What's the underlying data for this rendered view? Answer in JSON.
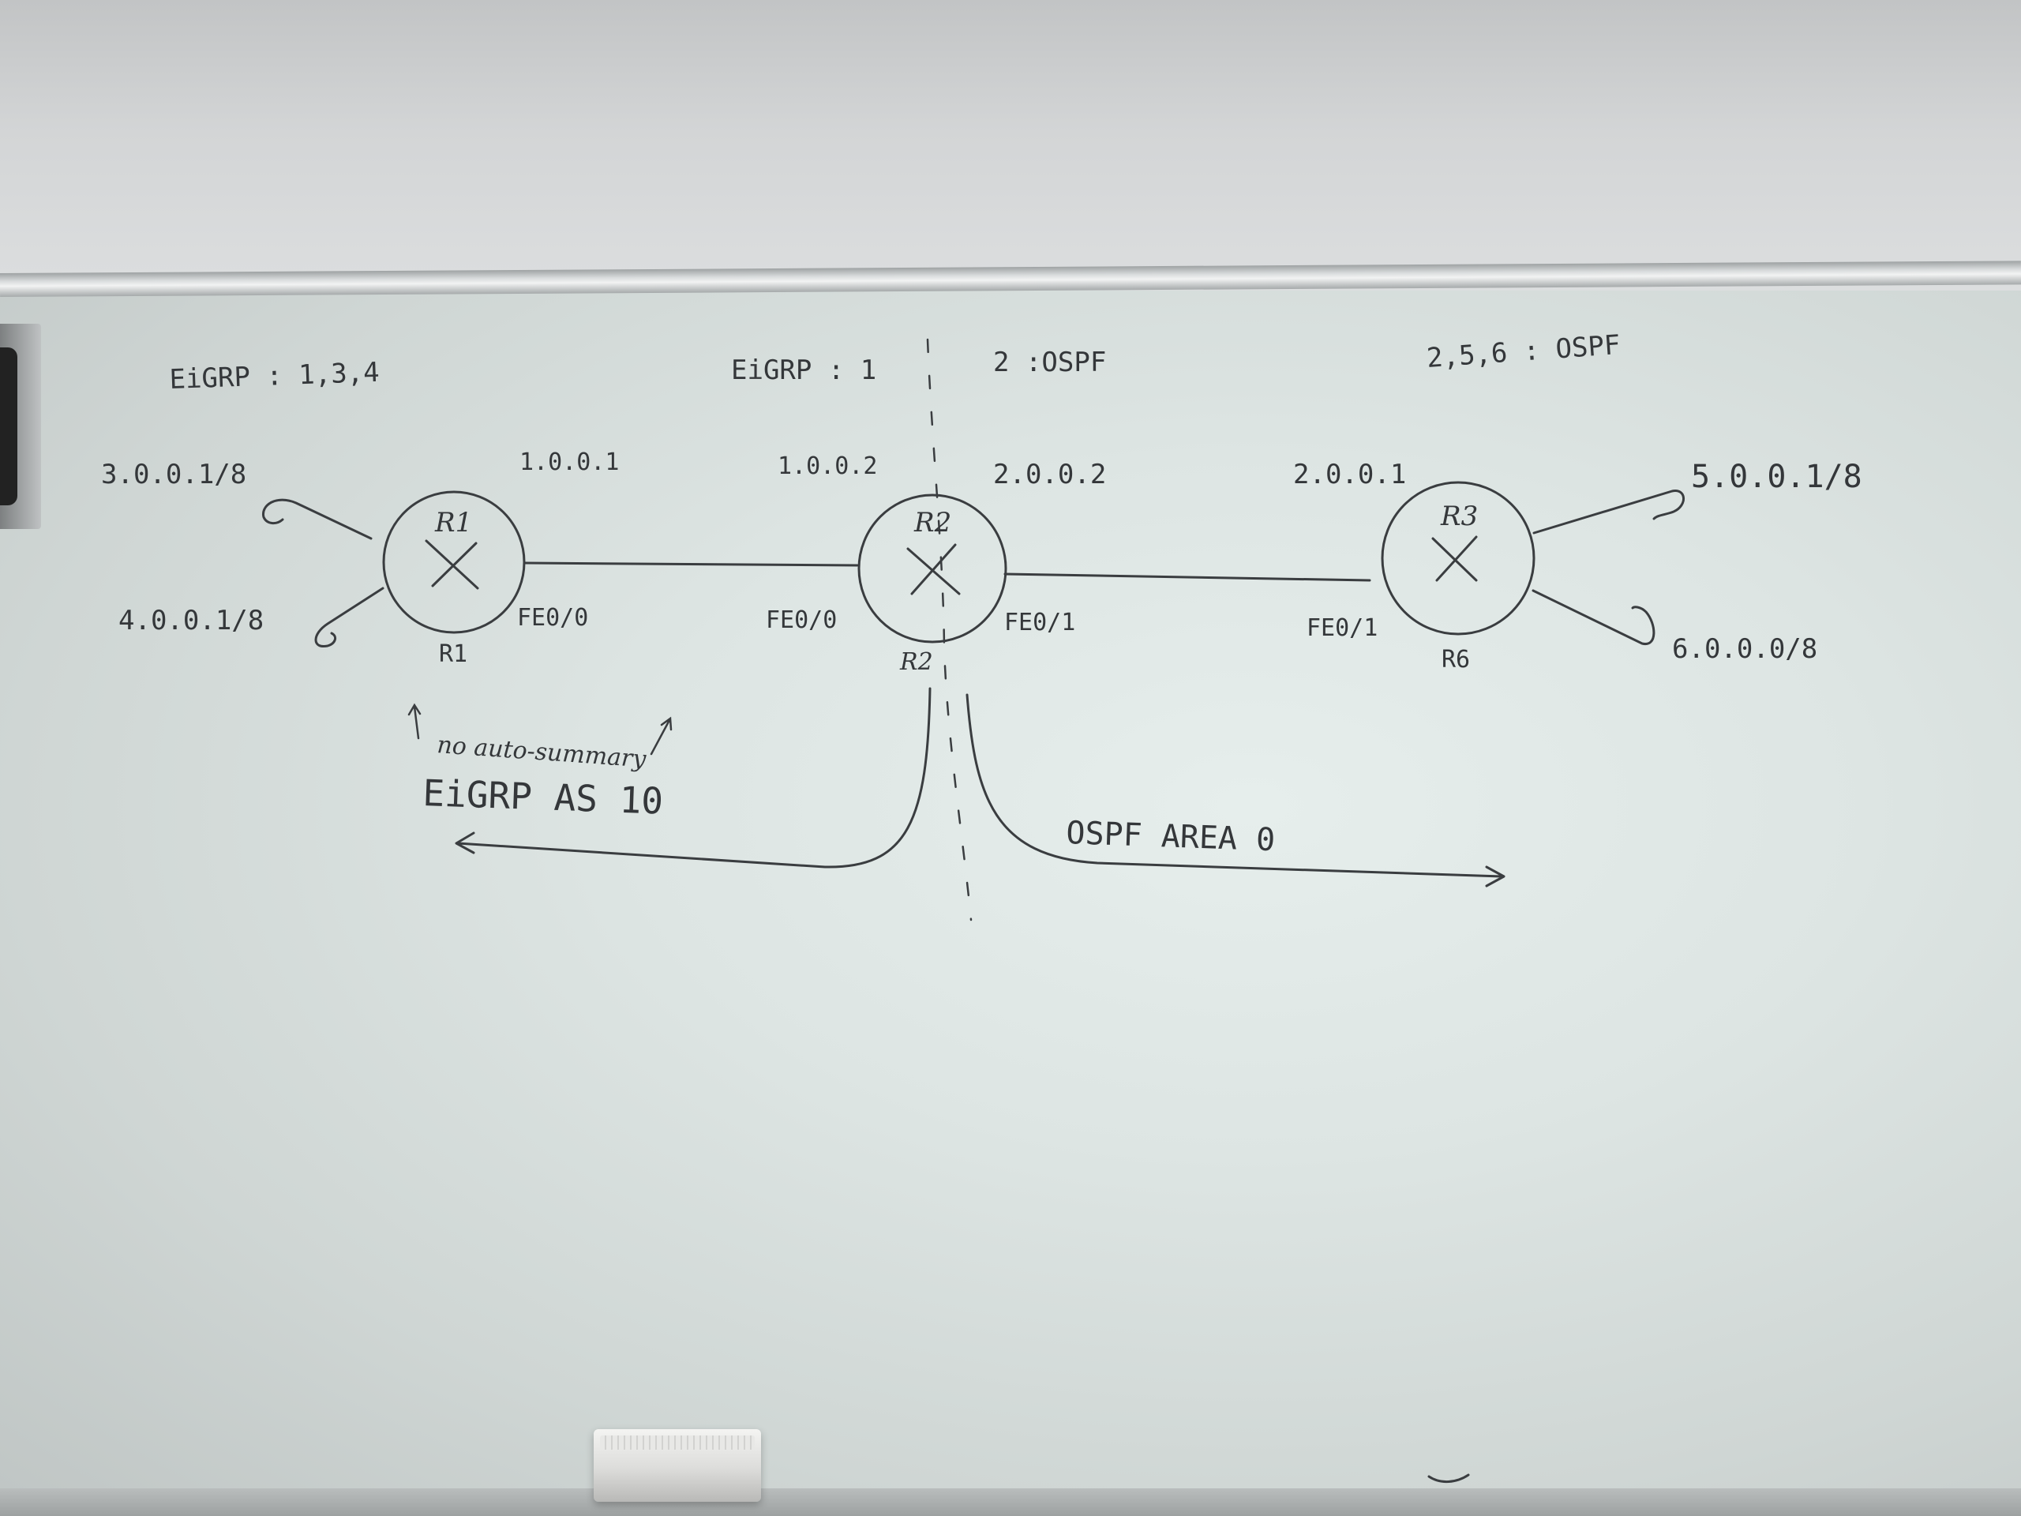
{
  "header_notes": {
    "left": "EiGRP : 1,3,4",
    "middle_left": "EiGRP : 1",
    "middle_right": "2 :OSPF",
    "right": "2,5,6 : OSPF"
  },
  "routers": [
    {
      "inner_label": "R1",
      "below_label": "R1"
    },
    {
      "inner_label": "R2",
      "below_label": "R2"
    },
    {
      "inner_label": "R3",
      "below_label": "R6"
    }
  ],
  "interfaces": {
    "r1_fe": "FE0/0",
    "r2_fe_left": "FE0/0",
    "r2_fe_right": "FE0/1",
    "r3_fe": "FE0/1"
  },
  "addresses": {
    "r1_link": "1.0.0.1",
    "r2_left": "1.0.0.2",
    "r2_right": "2.0.0.2",
    "r3_link": "2.0.0.1",
    "loop_r1_top": "3.0.0.1/8",
    "loop_r1_bottom": "4.0.0.1/8",
    "loop_r3_top": "5.0.0.1/8",
    "loop_r3_bottom": "6.0.0.0/8"
  },
  "notes": {
    "no_auto": "no auto-summary",
    "eigrp_domain": "EiGRP AS 10",
    "ospf_domain": "OSPF AREA 0"
  },
  "colors": {
    "ink": "#3a3d40",
    "board": "#e2eae8"
  }
}
